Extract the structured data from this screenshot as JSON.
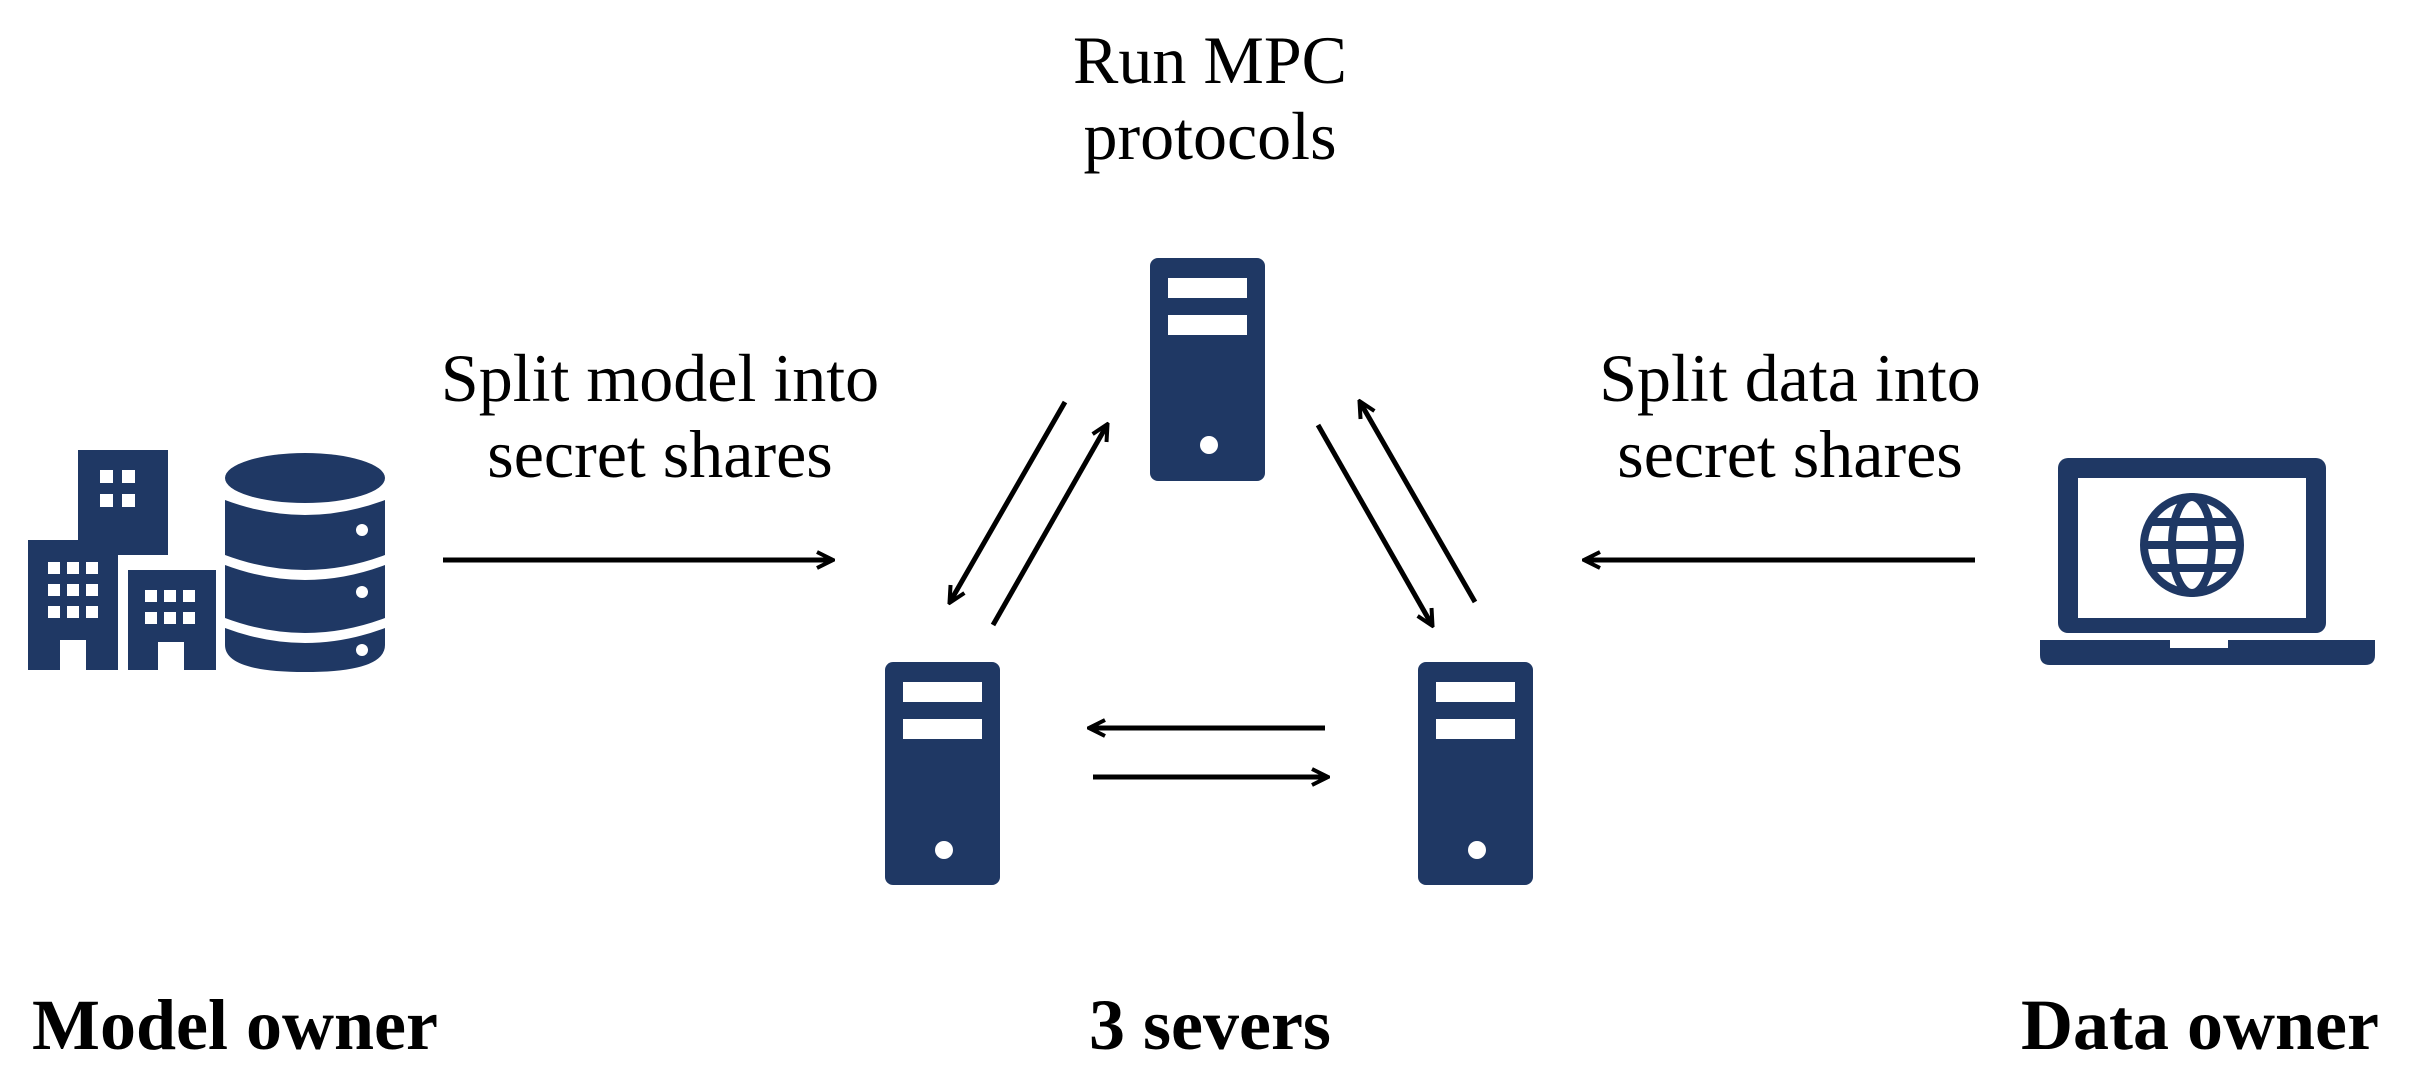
{
  "colors": {
    "icon_fill": "#1f3864",
    "arrow": "#000000",
    "background": "#ffffff"
  },
  "top_label": {
    "line1": "Run MPC",
    "line2": "protocols"
  },
  "left_label": {
    "line1": "Split model into",
    "line2": "secret shares"
  },
  "right_label": {
    "line1": "Split data into",
    "line2": "secret shares"
  },
  "captions": {
    "model_owner": "Model owner",
    "servers": "3 severs",
    "data_owner": "Data owner"
  },
  "icons": {
    "model_owner": [
      "buildings-icon",
      "database-icon"
    ],
    "servers": [
      "server-icon",
      "server-icon",
      "server-icon"
    ],
    "data_owner": [
      "laptop-globe-icon"
    ]
  }
}
